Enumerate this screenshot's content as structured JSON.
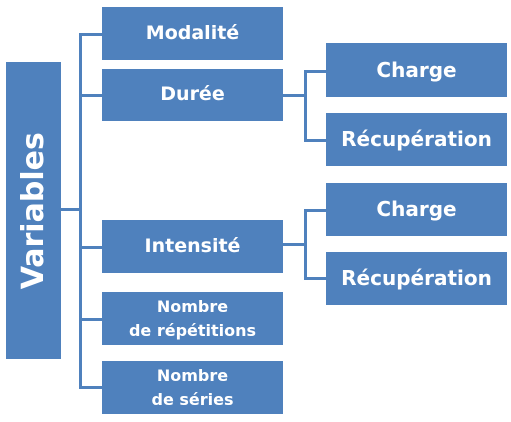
{
  "colors": {
    "box_fill": "#4f81bd",
    "connector": "#4f81bd",
    "text": "#ffffff"
  },
  "root": {
    "label": "Variables"
  },
  "level1": {
    "modalite": "Modalité",
    "duree": "Durée",
    "intensite": "Intensité",
    "nombre_repetitions": "Nombre\nde répétitions",
    "nombre_series": "Nombre\nde séries"
  },
  "duree_children": {
    "charge": "Charge",
    "recuperation": "Récupération"
  },
  "intensite_children": {
    "charge": "Charge",
    "recuperation": "Récupération"
  }
}
